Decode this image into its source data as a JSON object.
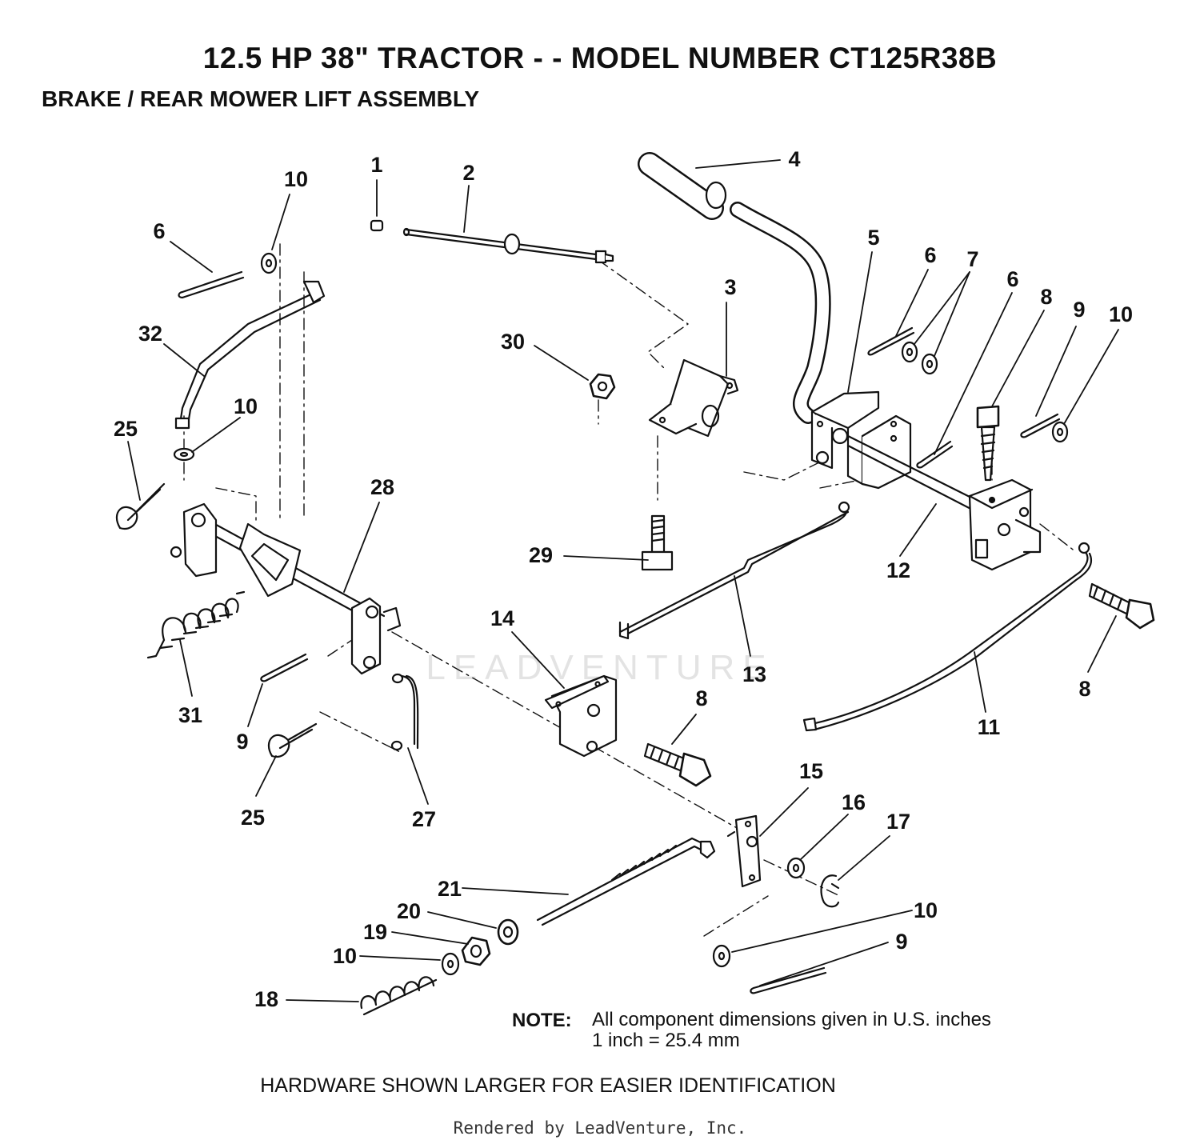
{
  "title": "12.5 HP 38\" TRACTOR - - MODEL NUMBER CT125R38B",
  "subtitle": "BRAKE / REAR MOWER LIFT ASSEMBLY",
  "watermark": "LEADVENTURE",
  "callouts": {
    "c1": "1",
    "c2": "2",
    "c3": "3",
    "c4": "4",
    "c5": "5",
    "c6a": "6",
    "c6b": "6",
    "c6c": "6",
    "c7": "7",
    "c8a": "8",
    "c8b": "8",
    "c8c": "8",
    "c9a": "9",
    "c9b": "9",
    "c9c": "9",
    "c10a": "10",
    "c10b": "10",
    "c10c": "10",
    "c10d": "10",
    "c10e": "10",
    "c11": "11",
    "c12": "12",
    "c13": "13",
    "c14": "14",
    "c15": "15",
    "c16": "16",
    "c17": "17",
    "c18": "18",
    "c19": "19",
    "c20": "20",
    "c21": "21",
    "c25a": "25",
    "c25b": "25",
    "c27": "27",
    "c28": "28",
    "c29": "29",
    "c30": "30",
    "c31": "31",
    "c32": "32"
  },
  "note": {
    "label": "NOTE:",
    "line1": "All component dimensions given in U.S. inches",
    "line2": "1 inch = 25.4 mm"
  },
  "hardware_note": "HARDWARE SHOWN LARGER FOR EASIER IDENTIFICATION",
  "rendered_by": "Rendered by LeadVenture, Inc."
}
